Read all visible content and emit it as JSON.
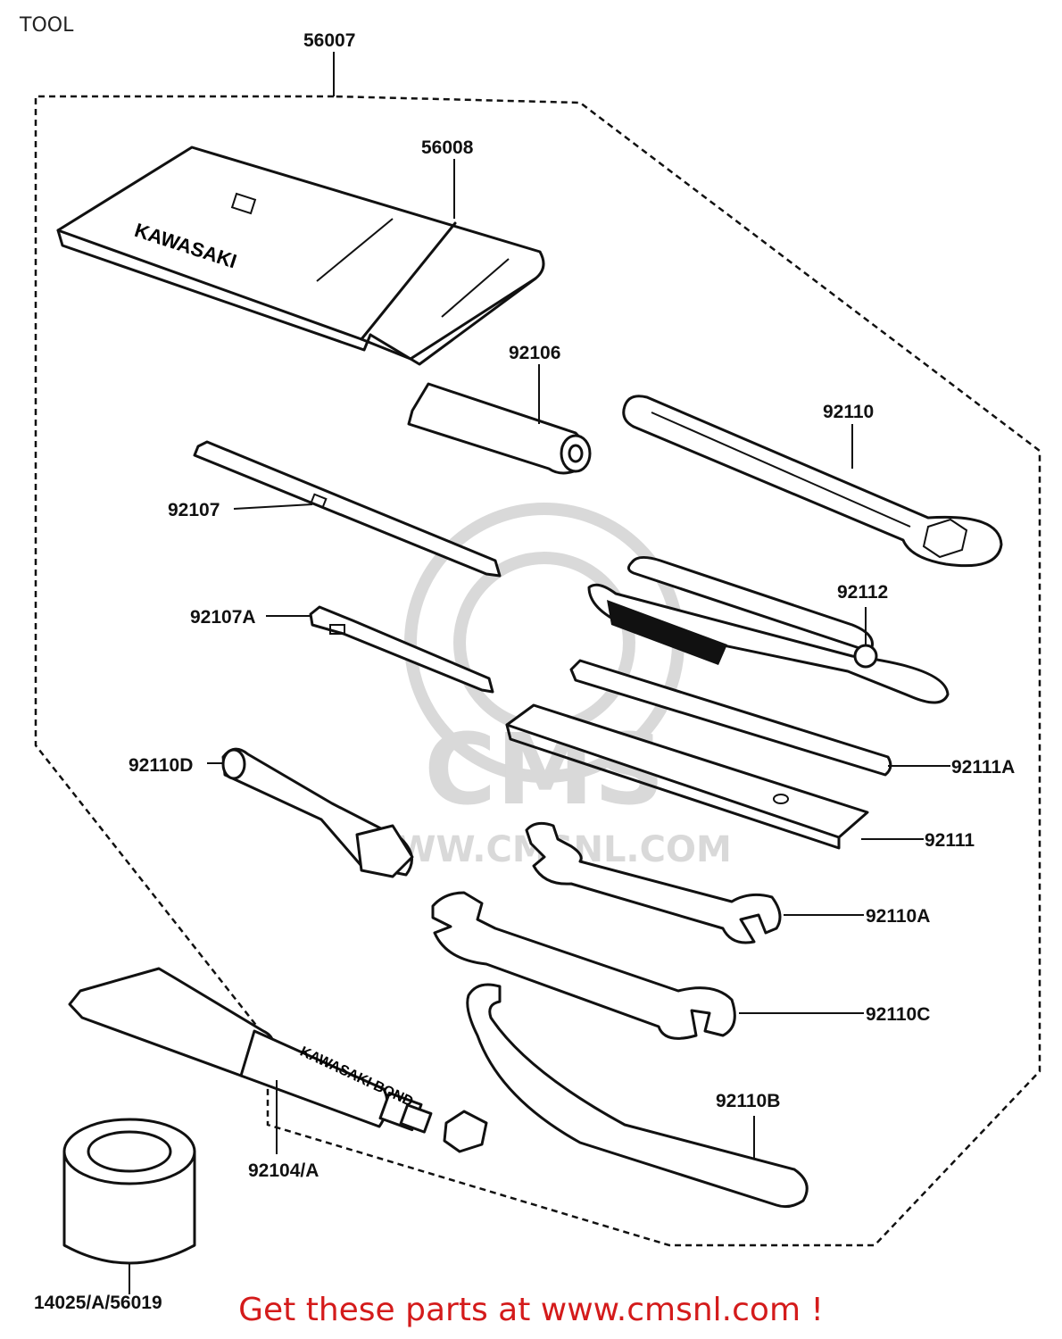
{
  "title": "TOOL",
  "watermark": {
    "logo_text": "CMS",
    "url_text": "WWW.CMSNL.COM"
  },
  "parts": [
    {
      "id": "p56007",
      "label": "56007"
    },
    {
      "id": "p56008",
      "label": "56008"
    },
    {
      "id": "p92106",
      "label": "92106"
    },
    {
      "id": "p92110",
      "label": "92110"
    },
    {
      "id": "p92107",
      "label": "92107"
    },
    {
      "id": "p92112",
      "label": "92112"
    },
    {
      "id": "p92107A",
      "label": "92107A"
    },
    {
      "id": "p92110D",
      "label": "92110D"
    },
    {
      "id": "p92111A",
      "label": "92111A"
    },
    {
      "id": "p92111",
      "label": "92111"
    },
    {
      "id": "p92110A",
      "label": "92110A"
    },
    {
      "id": "p92110C",
      "label": "92110C"
    },
    {
      "id": "p92110B",
      "label": "92110B"
    },
    {
      "id": "p92104A",
      "label": "92104/A"
    },
    {
      "id": "p14025",
      "label": "14025/A/56019"
    }
  ],
  "kit_label": "KAWASAKI",
  "tube_label": "KAWASAKI BOND",
  "footer": "Get these parts at www.cmsnl.com !"
}
